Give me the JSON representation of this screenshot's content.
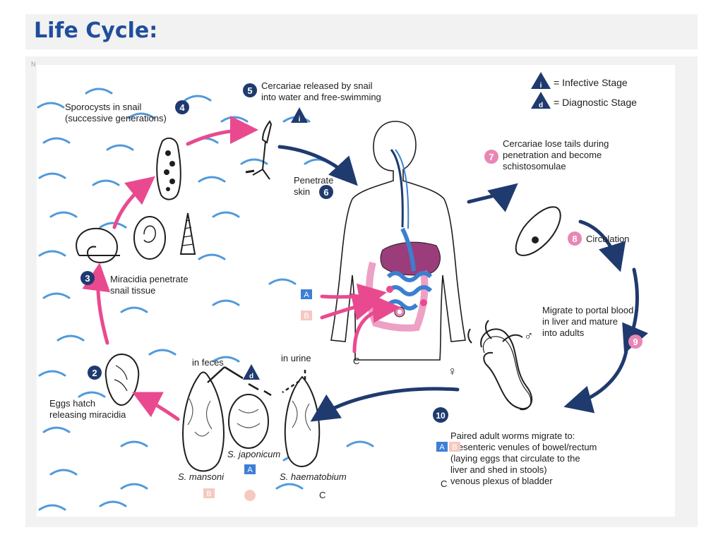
{
  "slide": {
    "title": "Life Cycle:",
    "mark": "N"
  },
  "legend": {
    "infective_symbol": "i",
    "infective": "= Infective Stage",
    "diagnostic_symbol": "d",
    "diagnostic": "= Diagnostic Stage"
  },
  "steps": {
    "s2": {
      "num": "2",
      "l1": "Eggs hatch",
      "l2": "releasing miracidia"
    },
    "s3": {
      "num": "3",
      "l1": "Miracidia penetrate",
      "l2": "snail tissue"
    },
    "s4": {
      "num": "4",
      "l1": "Sporocysts in snail",
      "l2": "(successive generations)"
    },
    "s5": {
      "num": "5",
      "l1": "Cercariae released by snail",
      "l2": "into water and free-swimming"
    },
    "s6": {
      "num": "6",
      "l1": "Penetrate",
      "l2": "skin"
    },
    "s7": {
      "num": "7",
      "l1": "Cercariae lose tails during",
      "l2": "penetration and become",
      "l3": "schistosomulae"
    },
    "s8": {
      "num": "8",
      "l1": "Circulation"
    },
    "s9": {
      "num": "9",
      "l1": "Migrate to portal blood",
      "l2": "in liver and mature",
      "l3": "into adults"
    },
    "s10": {
      "num": "10",
      "l1": "Paired adult worms migrate to:",
      "l2": "mesenteric venules of bowel/rectum",
      "l3": "(laying eggs that circulate to the",
      "l4": "liver and shed in stools)",
      "l5": "venous plexus of bladder"
    }
  },
  "eggs": {
    "in_feces": "in feces",
    "in_urine": "in urine",
    "mansoni": "S. mansoni",
    "japonicum": "S. japonicum",
    "haematobium": "S. haematobium"
  },
  "letters": {
    "a": "A",
    "b": "B",
    "c": "C"
  },
  "symbols": {
    "male": "♂",
    "female": "♀"
  },
  "colors": {
    "navy": "#1f3a6e",
    "pink": "#e94a8f",
    "title": "#1f4e9c",
    "blue_box": "#3d7fd6",
    "water": "#3f8fd8"
  }
}
